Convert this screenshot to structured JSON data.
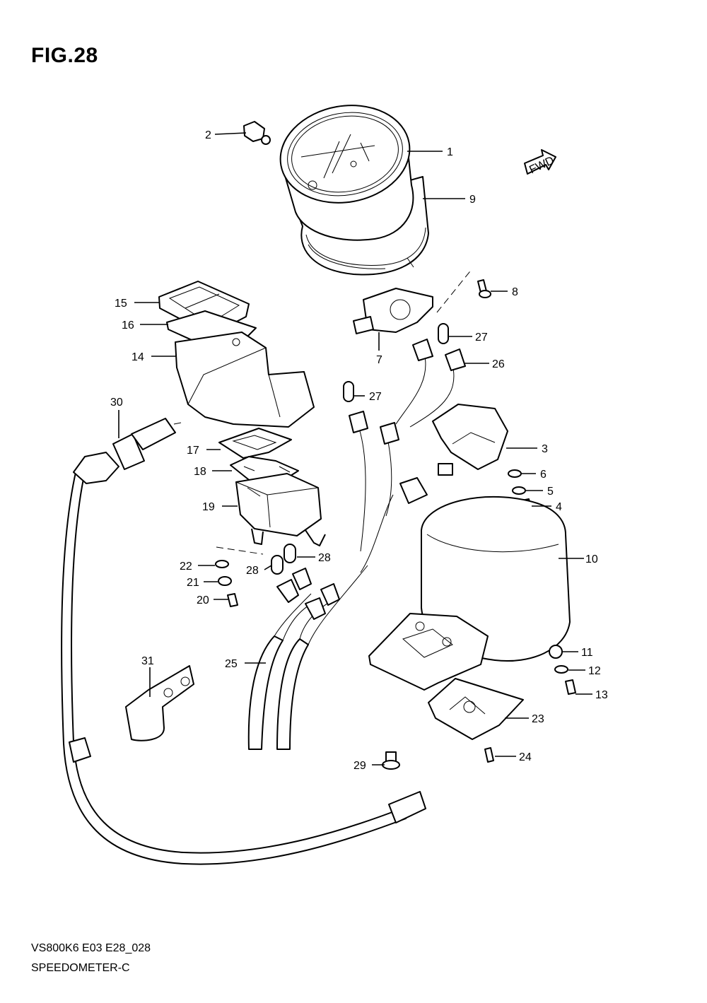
{
  "figure": {
    "title": "FIG.28",
    "code": "VS800K6 E03 E28_028",
    "name": "SPEEDOMETER-C",
    "fwd_label": "FWD"
  },
  "callouts": [
    "1",
    "2",
    "3",
    "4",
    "5",
    "6",
    "7",
    "8",
    "9",
    "10",
    "11",
    "12",
    "13",
    "14",
    "15",
    "16",
    "17",
    "18",
    "19",
    "20",
    "21",
    "22",
    "23",
    "24",
    "25",
    "26",
    "27",
    "27",
    "28",
    "28",
    "29",
    "30",
    "31"
  ]
}
